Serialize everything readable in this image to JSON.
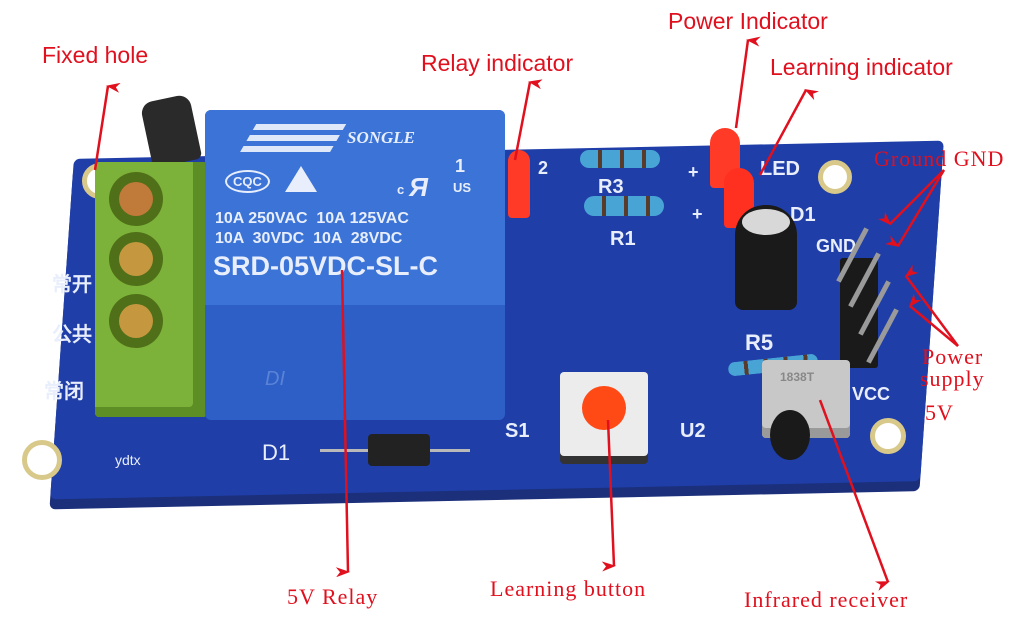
{
  "image": {
    "subject": "IR remote learning relay module",
    "colors": {
      "pcb": "#1d3fa8",
      "relay": "#3b73d6",
      "terminal": "#7eb33b",
      "annotation": "#e0101e",
      "led": "#ff3020"
    }
  },
  "annotations": {
    "fixed_hole": "Fixed hole",
    "relay_indicator": "Relay indicator",
    "power_indicator": "Power Indicator",
    "learning_indicator": "Learning indicator",
    "ground_gnd": "Ground GND",
    "power_supply_line1": "Power",
    "power_supply_line2": "supply",
    "power_supply_line3": "5V",
    "relay_5v": "5V Relay",
    "learning_button": "Learning button",
    "infrared_receiver": "Infrared receiver"
  },
  "relay": {
    "brand": "SONGLE",
    "cert1": "CQC",
    "ul_top": "1",
    "ul_c": "c",
    "ul_us": "US",
    "rating_row1": "10A 250VAC  10A 125VAC",
    "rating_row2": "10A  30VDC  10A  28VDC",
    "model": "SRD-05VDC-SL-C"
  },
  "silkscreen": {
    "no": "常开",
    "com": "公共",
    "nc": "常闭",
    "maker": "ydtx",
    "d1": "D1",
    "s1": "S1",
    "u2": "U2",
    "r1": "R1",
    "r3": "R3",
    "r5": "R5",
    "led_label": "LED",
    "d_label": "D1",
    "gnd": "GND",
    "vcc": "VCC",
    "plus": "+",
    "l2": "2",
    "relay_outline": "DI"
  },
  "ir_receiver_marking": "1838T"
}
